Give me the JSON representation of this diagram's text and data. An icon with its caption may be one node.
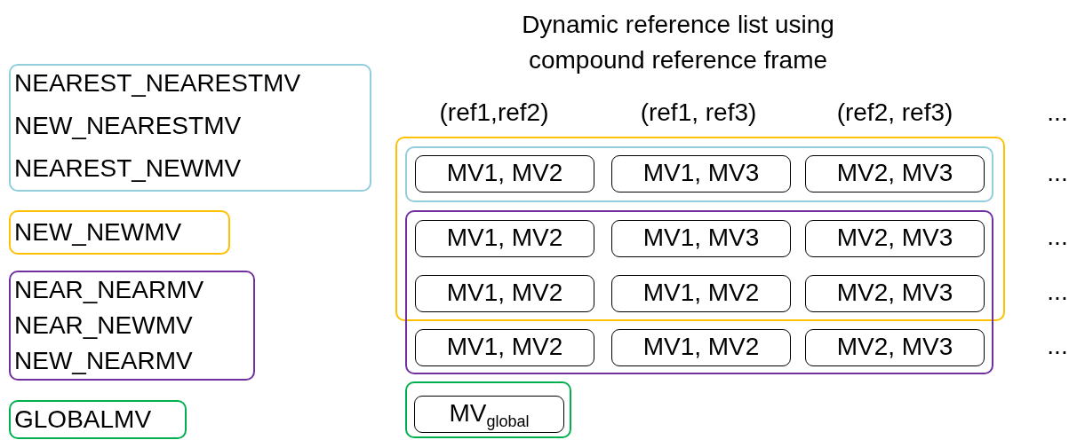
{
  "diagram": {
    "title": "Dynamic reference list using compound reference frame",
    "nodes": [
      {
        "text": [
          "NEAREST_NEARESTMV",
          "NEW_NEARESTMV",
          "NEAREST_NEWMV"
        ]
      },
      {
        "text": [
          "NEW_NEWMV"
        ]
      },
      {
        "text": [
          "NEAR_NEARMV",
          "NEAR_NEWMV",
          "NEW_NEARMV"
        ]
      },
      {
        "text": [
          "GLOBALMV"
        ]
      },
      {
        "text": [],
        "shape": "box"
      },
      {
        "text": [],
        "shape": "box",
        "in": 4
      },
      {
        "text": [
          "MV1, MV2"
        ],
        "in": 5
      },
      {
        "text": [
          "MV1, MV3"
        ],
        "in": 5
      },
      {
        "text": [
          "MV2, MV3"
        ],
        "in": 5
      },
      {
        "text": [],
        "shape": "box"
      },
      {
        "text": [
          "MV1, MV2"
        ]
      },
      {
        "text": [
          "MV1, MV3"
        ]
      },
      {
        "text": [
          "MV2, MV3"
        ]
      },
      {
        "text": [
          "MV1, MV2"
        ]
      },
      {
        "text": [
          "MV1, MV2"
        ]
      },
      {
        "text": [
          "MV2, MV3"
        ]
      },
      {
        "text": [
          "MV1, MV2"
        ],
        "in": 9
      },
      {
        "text": [
          "MV1, MV2"
        ],
        "in": 9
      },
      {
        "text": [
          "MV2, MV3"
        ],
        "in": 9
      },
      {
        "text": [],
        "shape": "box"
      },
      {
        "text": [
          "MV$_{global}$"
        ],
        "in": 19
      }
    ],
    "labels": [
      "(ref1,ref2)",
      "(ref1, ref3)",
      "(ref2, ref3)",
      "...",
      "...",
      "...",
      "...",
      "..."
    ]
  }
}
